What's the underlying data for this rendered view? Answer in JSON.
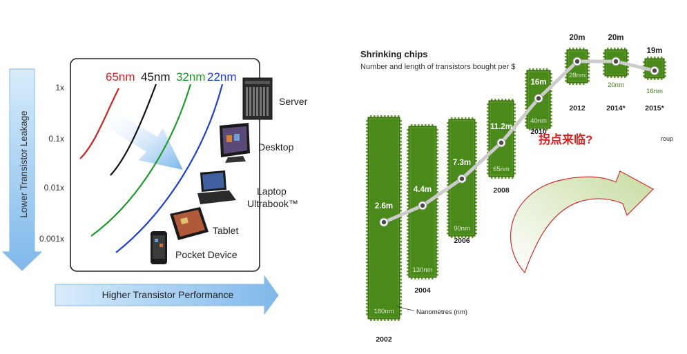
{
  "left_chart": {
    "ylabel": "Lower Transistor Leakage",
    "xlabel": "Higher Transistor Performance",
    "y_ticks": [
      "1x",
      "0.1x",
      "0.01x",
      "0.001x"
    ],
    "series": [
      {
        "name": "65nm",
        "color": "#cc2222"
      },
      {
        "name": "45nm",
        "color": "#111111"
      },
      {
        "name": "32nm",
        "color": "#1e9a2a"
      },
      {
        "name": "22nm",
        "color": "#1f3fcf"
      }
    ],
    "devices": [
      {
        "label": "Server",
        "icon": "server-icon"
      },
      {
        "label": "Desktop",
        "icon": "desktop-icon"
      },
      {
        "label": "Laptop",
        "label2": "Ultrabook™",
        "icon": "laptop-icon"
      },
      {
        "label": "Tablet",
        "icon": "tablet-icon"
      },
      {
        "label": "Pocket Device",
        "icon": "phone-icon"
      }
    ],
    "colors": {
      "arrow": "#9ecaf2",
      "frame": "#222222"
    }
  },
  "chart_data": {
    "type": "bar",
    "title": "Shrinking chips",
    "subtitle": "Number and length of transistors bought per $",
    "categories": [
      "2002",
      "2004",
      "2006",
      "2008",
      "2010",
      "2012",
      "2014*",
      "2015*"
    ],
    "values": [
      2.6,
      4.4,
      7.3,
      11.2,
      16,
      20,
      20,
      19
    ],
    "value_labels": [
      "2.6m",
      "4.4m",
      "7.3m",
      "11.2m",
      "16m",
      "20m",
      "20m",
      "19m"
    ],
    "nanometres": [
      180,
      130,
      90,
      65,
      40,
      28,
      20,
      16
    ],
    "nm_labels": [
      "180nm",
      "130nm",
      "90nm",
      "65nm",
      "40nm",
      "28nm",
      "20nm",
      "16nm"
    ],
    "nm_legend": "Nanometres (nm)",
    "annotation": "拐点来临?",
    "source_fragment": "roup",
    "colors": {
      "chip": "#4a8a1a",
      "chip_edge": "#2f5a0d",
      "line": "#cccccc",
      "annotation": "#e02020",
      "big_arrow": "#d9e8c0"
    }
  }
}
